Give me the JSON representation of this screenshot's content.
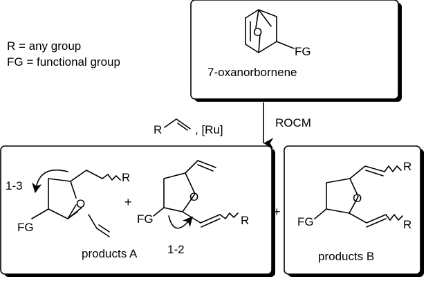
{
  "legend": {
    "line1": "R = any group",
    "line2": "FG = functional group"
  },
  "starting_material": {
    "name": "7-oxanorbornene",
    "atom_O": "O",
    "atom_FG": "FG"
  },
  "reaction": {
    "reagent_R": "R",
    "reagent_catalyst": ", [Ru]",
    "condition": "ROCM"
  },
  "products_A": {
    "label": "products A",
    "plus": "+",
    "first": {
      "migration": "1-3",
      "atom_O": "O",
      "atom_FG": "FG",
      "atom_R": "R"
    },
    "second": {
      "migration": "1-2",
      "atom_O": "O",
      "atom_FG": "FG",
      "atom_R": "R"
    }
  },
  "between_plus": "+",
  "products_B": {
    "label": "products B",
    "atom_O": "O",
    "atom_FG": "FG",
    "atom_R_top": "R",
    "atom_R_bottom": "R"
  }
}
